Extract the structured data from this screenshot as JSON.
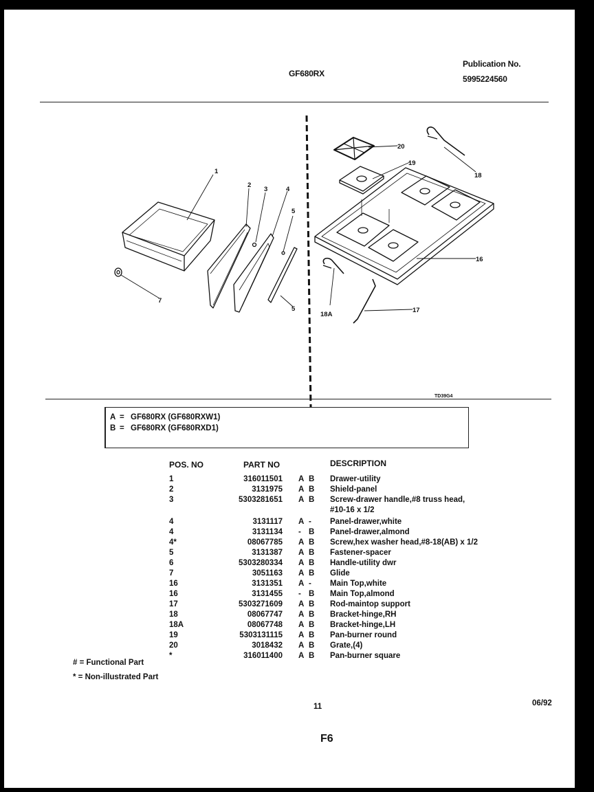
{
  "header": {
    "model": "GF680RX",
    "publication_label": "Publication No.",
    "publication_number": "5995224560"
  },
  "figure": {
    "figure_code": "TD39G4",
    "callouts": [
      "1",
      "2",
      "3",
      "4",
      "5",
      "5",
      "7",
      "20",
      "19",
      "18",
      "16",
      "18A",
      "17"
    ]
  },
  "models": [
    {
      "letter": "A",
      "eq": "=",
      "text": "GF680RX (GF680RXW1)"
    },
    {
      "letter": "B",
      "eq": "=",
      "text": "GF680RX (GF680RXD1)"
    }
  ],
  "table": {
    "headers": {
      "pos": "POS. NO",
      "part": "PART NO",
      "description": "DESCRIPTION"
    },
    "rows": [
      {
        "pos": "1",
        "part": "316011501",
        "a": "A",
        "b": "B",
        "desc": "Drawer-utility"
      },
      {
        "pos": "2",
        "part": "3131975",
        "a": "A",
        "b": "B",
        "desc": "Shield-panel"
      },
      {
        "pos": "3",
        "part": "5303281651",
        "a": "A",
        "b": "B",
        "desc": "Screw-drawer handle,#8 truss head,"
      },
      {
        "pos": "",
        "part": "",
        "a": "",
        "b": "",
        "desc": "#10-16 x 1/2"
      },
      {
        "pos": "4",
        "part": "3131117",
        "a": "A",
        "b": "-",
        "desc": "Panel-drawer,white"
      },
      {
        "pos": "4",
        "part": "3131134",
        "a": "-",
        "b": "B",
        "desc": "Panel-drawer,almond"
      },
      {
        "pos": "4*",
        "part": "08067785",
        "a": "A",
        "b": "B",
        "desc": "Screw,hex washer head,#8-18(AB) x 1/2"
      },
      {
        "pos": "5",
        "part": "3131387",
        "a": "A",
        "b": "B",
        "desc": "Fastener-spacer"
      },
      {
        "pos": "6",
        "part": "5303280334",
        "a": "A",
        "b": "B",
        "desc": "Handle-utility dwr"
      },
      {
        "pos": "7",
        "part": "3051163",
        "a": "A",
        "b": "B",
        "desc": "Glide"
      },
      {
        "pos": "16",
        "part": "3131351",
        "a": "A",
        "b": "-",
        "desc": "Main Top,white"
      },
      {
        "pos": "16",
        "part": "3131455",
        "a": "-",
        "b": "B",
        "desc": "Main Top,almond"
      },
      {
        "pos": "17",
        "part": "5303271609",
        "a": "A",
        "b": "B",
        "desc": "Rod-maintop support"
      },
      {
        "pos": "18",
        "part": "08067747",
        "a": "A",
        "b": "B",
        "desc": "Bracket-hinge,RH"
      },
      {
        "pos": "18A",
        "part": "08067748",
        "a": "A",
        "b": "B",
        "desc": "Bracket-hinge,LH"
      },
      {
        "pos": "19",
        "part": "5303131115",
        "a": "A",
        "b": "B",
        "desc": "Pan-burner round"
      },
      {
        "pos": "20",
        "part": "3018432",
        "a": "A",
        "b": "B",
        "desc": "Grate,(4)"
      },
      {
        "pos": "*",
        "part": "316011400",
        "a": "A",
        "b": "B",
        "desc": "Pan-burner square"
      }
    ]
  },
  "footnotes": {
    "functional": "# = Functional Part",
    "non_illustrated": "* = Non-illustrated Part"
  },
  "footer": {
    "page_number": "11",
    "date": "06/92",
    "section": "F6"
  }
}
